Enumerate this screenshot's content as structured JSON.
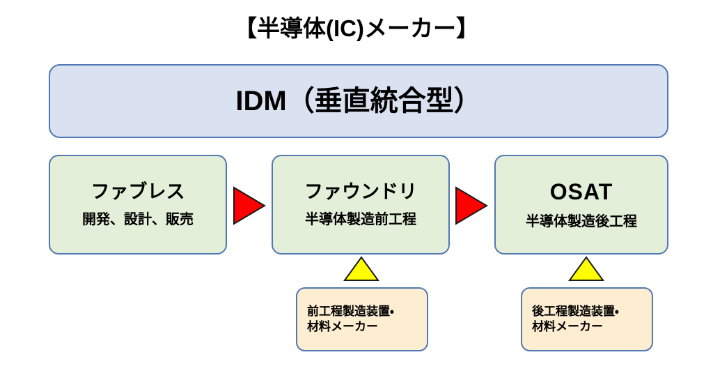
{
  "title": "【半導体(IC)メーカー】",
  "colors": {
    "idm_fill": "#dae1f0",
    "segment_fill": "#e3efd9",
    "supplier_fill": "#fdeed2",
    "box_border": "#5277b3",
    "flow_arrow": "#ff0000",
    "supply_arrow": "#ffff00",
    "text": "#000000",
    "background": "#ffffff"
  },
  "idm": {
    "label": "IDM（垂直統合型）"
  },
  "segments": [
    {
      "key": "fabless",
      "title": "ファブレス",
      "subtitle": "開発、設計、販売"
    },
    {
      "key": "foundry",
      "title": "ファウンドリ",
      "subtitle": "半導体製造前工程"
    },
    {
      "key": "osat",
      "title": "OSAT",
      "subtitle": "半導体製造後工程"
    }
  ],
  "suppliers": [
    {
      "key": "front-end",
      "line1": "前工程製造装置・",
      "line2": "材料メーカー"
    },
    {
      "key": "back-end",
      "line1": "後工程製造装置・",
      "line2": "材料メーカー"
    }
  ],
  "arrows": {
    "flow": [
      {
        "name": "fabless-to-foundry",
        "icon": "right-triangle-arrow-icon"
      },
      {
        "name": "foundry-to-osat",
        "icon": "right-triangle-arrow-icon"
      }
    ],
    "supply": [
      {
        "name": "front-end-supplier-to-foundry",
        "icon": "up-triangle-arrow-icon"
      },
      {
        "name": "back-end-supplier-to-osat",
        "icon": "up-triangle-arrow-icon"
      }
    ]
  }
}
